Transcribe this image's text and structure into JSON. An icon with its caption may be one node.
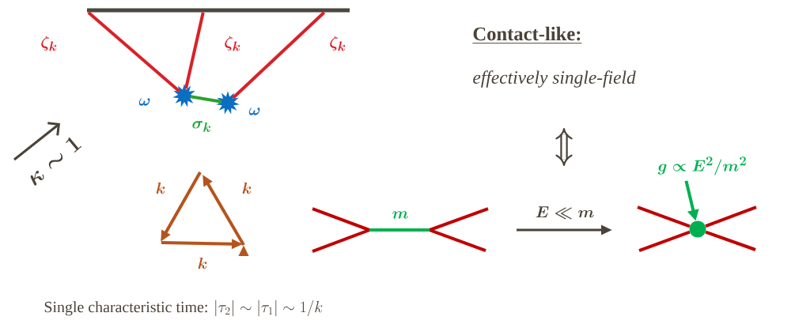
{
  "diagram": {
    "nodes": [
      {
        "text": [],
        "shape": "bar"
      },
      {
        "text": [],
        "shape": "star",
        "beside": [
          "\\omega"
        ]
      },
      {
        "text": [],
        "shape": "star",
        "beside": [
          "\\omega"
        ]
      },
      {
        "text": [
          "g \\propto E^2/m^2"
        ]
      },
      {
        "text": [],
        "shape": "circle"
      }
    ],
    "edges": [
      {
        "from": 0,
        "to": 1,
        "arrow": "none",
        "label": "\\zeta_k",
        "color": "#d92128"
      },
      {
        "from": 0,
        "to": 1,
        "arrow": "none",
        "label": "\\zeta_k",
        "color": "#d92128"
      },
      {
        "from": 0,
        "to": 2,
        "arrow": "none",
        "label": "\\zeta_k",
        "color": "#d92128"
      },
      {
        "from": 1,
        "to": 2,
        "arrow": "none",
        "label": "\\sigma_k",
        "color": "#2ca02c"
      },
      {
        "from": 3,
        "to": 4,
        "arrow": "to",
        "color": "#00b050"
      },
      {
        "from": null,
        "to": 4,
        "arrow": "none"
      },
      {
        "from": null,
        "to": 4,
        "arrow": "none"
      },
      {
        "from": null,
        "to": 4,
        "arrow": "none"
      },
      {
        "from": null,
        "to": 4,
        "arrow": "none"
      }
    ],
    "labels": [
      "\\kappa\\sim 1",
      "k",
      "k",
      "k",
      "Contact-like:",
      "effectively single-field",
      "m",
      "E \\ll m",
      "\\text{Single characteristic time: }|\\tau_2| \\sim |\\tau_1| \\sim 1/k"
    ]
  }
}
